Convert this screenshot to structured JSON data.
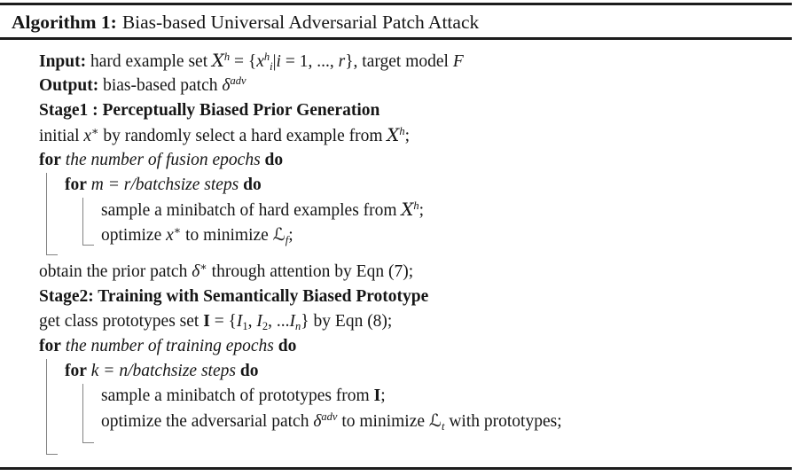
{
  "colors": {
    "background": "#ffffff",
    "text": "#161616",
    "rule": "#1c1c1c",
    "bracket": "#828282"
  },
  "algorithm": {
    "label": "Algorithm 1:",
    "title": "Bias-based Universal Adversarial Patch Attack",
    "lines": [
      {
        "indent": 0,
        "segs": [
          {
            "t": "Input:",
            "f": "b"
          },
          {
            "t": " hard example set ",
            "f": "r"
          },
          {
            "t": "X",
            "f": "cal"
          },
          {
            "t": "h",
            "f": "i",
            "pos": "sup"
          },
          {
            "t": " = {",
            "f": "r"
          },
          {
            "t": "x",
            "f": "i"
          },
          {
            "t": "h",
            "f": "i",
            "pos": "sup"
          },
          {
            "t": "i",
            "f": "i",
            "pos": "sub"
          },
          {
            "t": "|",
            "f": "r"
          },
          {
            "t": "i",
            "f": "i"
          },
          {
            "t": " = 1, ..., ",
            "f": "r"
          },
          {
            "t": "r",
            "f": "i"
          },
          {
            "t": "}, target model ",
            "f": "r"
          },
          {
            "t": "F",
            "f": "i"
          }
        ]
      },
      {
        "indent": 0,
        "segs": [
          {
            "t": "Output:",
            "f": "b"
          },
          {
            "t": " bias-based patch ",
            "f": "r"
          },
          {
            "t": "δ",
            "f": "i"
          },
          {
            "t": "adv",
            "f": "i",
            "pos": "sup"
          }
        ]
      },
      {
        "indent": 0,
        "segs": [
          {
            "t": "Stage1 : Perceptually Biased Prior Generation",
            "f": "b"
          }
        ]
      },
      {
        "indent": 0,
        "segs": [
          {
            "t": "initial ",
            "f": "r"
          },
          {
            "t": "x",
            "f": "i"
          },
          {
            "t": "∗",
            "f": "r",
            "pos": "sup"
          },
          {
            "t": " by randomly select a hard example from ",
            "f": "r"
          },
          {
            "t": "X",
            "f": "cal"
          },
          {
            "t": "h",
            "f": "i",
            "pos": "sup"
          },
          {
            "t": ";",
            "f": "r"
          }
        ]
      },
      {
        "indent": 0,
        "segs": [
          {
            "t": "for",
            "f": "b"
          },
          {
            "t": " the number of fusion epochs ",
            "f": "i"
          },
          {
            "t": "do",
            "f": "b"
          }
        ]
      },
      {
        "indent": 1,
        "segs": [
          {
            "t": "for",
            "f": "b"
          },
          {
            "t": " m = r/batchsize steps ",
            "f": "i"
          },
          {
            "t": "do",
            "f": "b"
          }
        ]
      },
      {
        "indent": 2,
        "segs": [
          {
            "t": "sample a minibatch of hard examples from ",
            "f": "r"
          },
          {
            "t": "X",
            "f": "cal"
          },
          {
            "t": "h",
            "f": "i",
            "pos": "sup"
          },
          {
            "t": ";",
            "f": "r"
          }
        ]
      },
      {
        "indent": 2,
        "segs": [
          {
            "t": "optimize ",
            "f": "r"
          },
          {
            "t": "x",
            "f": "i"
          },
          {
            "t": "∗",
            "f": "r",
            "pos": "sup"
          },
          {
            "t": " to minimize ",
            "f": "r"
          },
          {
            "t": "ℒ",
            "f": "cal"
          },
          {
            "t": "f",
            "f": "i",
            "pos": "sub"
          },
          {
            "t": ";",
            "f": "r"
          }
        ]
      },
      {
        "indent": 0,
        "gap": true,
        "segs": [
          {
            "t": "obtain the prior patch ",
            "f": "r"
          },
          {
            "t": "δ",
            "f": "i"
          },
          {
            "t": "∗",
            "f": "r",
            "pos": "sup"
          },
          {
            "t": " through attention by Eqn (7);",
            "f": "r"
          }
        ]
      },
      {
        "indent": 0,
        "segs": [
          {
            "t": "Stage2: Training with Semantically Biased Prototype",
            "f": "b"
          }
        ]
      },
      {
        "indent": 0,
        "segs": [
          {
            "t": "get class prototypes set ",
            "f": "r"
          },
          {
            "t": "I",
            "f": "b"
          },
          {
            "t": " = {",
            "f": "r"
          },
          {
            "t": "I",
            "f": "i"
          },
          {
            "t": "1",
            "f": "r",
            "pos": "sub"
          },
          {
            "t": ", ",
            "f": "r"
          },
          {
            "t": "I",
            "f": "i"
          },
          {
            "t": "2",
            "f": "r",
            "pos": "sub"
          },
          {
            "t": ", ...",
            "f": "r"
          },
          {
            "t": "I",
            "f": "i"
          },
          {
            "t": "n",
            "f": "i",
            "pos": "sub"
          },
          {
            "t": "} by Eqn (8);",
            "f": "r"
          }
        ]
      },
      {
        "indent": 0,
        "segs": [
          {
            "t": "for",
            "f": "b"
          },
          {
            "t": " the number of training epochs ",
            "f": "i"
          },
          {
            "t": "do",
            "f": "b"
          }
        ]
      },
      {
        "indent": 1,
        "segs": [
          {
            "t": "for",
            "f": "b"
          },
          {
            "t": " k = n/batchsize steps ",
            "f": "i"
          },
          {
            "t": "do",
            "f": "b"
          }
        ]
      },
      {
        "indent": 2,
        "segs": [
          {
            "t": "sample a minibatch of prototypes from ",
            "f": "r"
          },
          {
            "t": "I",
            "f": "b"
          },
          {
            "t": ";",
            "f": "r"
          }
        ]
      },
      {
        "indent": 2,
        "segs": [
          {
            "t": "optimize the adversarial patch ",
            "f": "r"
          },
          {
            "t": "δ",
            "f": "i"
          },
          {
            "t": "adv",
            "f": "i",
            "pos": "sup"
          },
          {
            "t": " to minimize ",
            "f": "r"
          },
          {
            "t": "ℒ",
            "f": "cal"
          },
          {
            "t": "t",
            "f": "i",
            "pos": "sub"
          },
          {
            "t": " with prototypes;",
            "f": "r"
          }
        ]
      }
    ]
  }
}
